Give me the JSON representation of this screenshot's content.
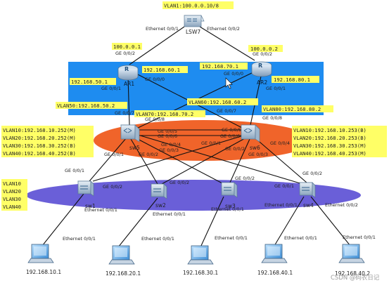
{
  "colors": {
    "band": "#1e8cf0",
    "ellipse_orange": "#f0642a",
    "ellipse_purple": "#6a5fd8",
    "label_fill": "#ffff66",
    "link": "#111111"
  },
  "devices": {
    "lsw7": "LSW7",
    "ar1": "AR1",
    "ar2": "AR2",
    "sw5": "sw5",
    "sw6": "sw6",
    "sw1": "sw1",
    "sw2": "sw2",
    "sw3": "sw3",
    "sw4": "sw4"
  },
  "address_labels": {
    "vlan1": "VLAN1:100.0.0.10/8",
    "ar1_uplink": "100.0.0.1",
    "ar2_uplink": "100.0.0.2",
    "ar1_g00": "192.168.60.1",
    "ar1_g01": "192.168.50.1",
    "ar2_g00": "192.168.70.1",
    "ar2_g01": "192.168.80.1",
    "vlan50": "VLAN50:192.168.50.2",
    "vlan70": "VLAN70:192.168.70.2",
    "vlan60": "VLAN60:192.168.60.2",
    "vlan80": "VLAN80:192.168.80.2"
  },
  "sw5_vlans": [
    "VLAN10:192.168.10.252(M)",
    "VLAN20:192.168.20.252(M)",
    "VLAN30:192.168.30.252(B)",
    "VLAN40:192.168.40.252(B)"
  ],
  "sw6_vlans": [
    "VLAN10:192.168.10.253(B)",
    "VLAN20:192.168.20.253(B)",
    "VLAN30:192.168.30.253(M)",
    "VLAN40:192.168.40.253(M)"
  ],
  "access_vlans": [
    "VLAN10",
    "VLAN20",
    "VLAN30",
    "VLAN40"
  ],
  "ports": {
    "lsw7_p1": "Ethernet 0/0/1",
    "lsw7_p2": "Ethernet 0/0/2",
    "ar1_ge002": "GE 0/0/2",
    "ar2_ge002": "GE 0/0/2",
    "ar1_ge000": "GE 0/0/0",
    "ar1_ge001": "GE 0/0/1",
    "ar2_ge000": "GE 0/0/0",
    "ar2_ge001": "GE 0/0/1",
    "sw5_ge007": "GE 0/0/7",
    "sw5_ge008": "GE 0/0/8",
    "sw5_ge005": "GE 0/0/5",
    "sw5_ge006": "GE 0/0/6",
    "sw5_ge004": "GE 0/0/4",
    "sw5_ge003": "GE 0/0/3",
    "sw5_ge002": "GE 0/0/2",
    "sw5_ge001": "GE 0/0/1",
    "sw6_ge007": "GE 0/0/7",
    "sw6_ge008": "GE 0/0/8",
    "sw6_ge005": "GE 0/0/5",
    "sw6_ge006": "GE 0/0/6",
    "sw6_ge001": "GE 0/0/1",
    "sw6_ge002": "GE 0/0/2",
    "sw6_ge003": "GE 0/0/3",
    "sw6_ge004": "GE 0/0/4",
    "sw1_ge001": "GE 0/0/1",
    "sw1_ge002": "GE 0/0/2",
    "sw2_ge002": "GE 0/0/2",
    "sw3_ge002": "GE 0/0/2",
    "sw4_ge001": "GE 0/0/1",
    "sw4_ge002": "GE 0/0/2",
    "sw1_e001": "Ethernet 0/0/1",
    "sw2_e001": "Ethernet 0/0/1",
    "sw3_e001": "Ethernet 0/0/1",
    "sw4_e001": "Ethernet 0/0/1",
    "sw4_e002": "Ethernet 0/0/2",
    "pc1_e001": "Ethernet 0/0/1",
    "pc2_e001": "Ethernet 0/0/1",
    "pc3_e001": "Ethernet 0/0/1",
    "pc4_e001": "Ethernet 0/0/1",
    "pc5_e001": "Ethernet 0/0/1"
  },
  "hosts": {
    "pc1": "192.168.10.1",
    "pc2": "192.168.20.1",
    "pc3": "192.168.30.1",
    "pc4": "192.168.40.1",
    "pc5": "192.168.40.2"
  },
  "watermark": "CSDN @码农日记"
}
